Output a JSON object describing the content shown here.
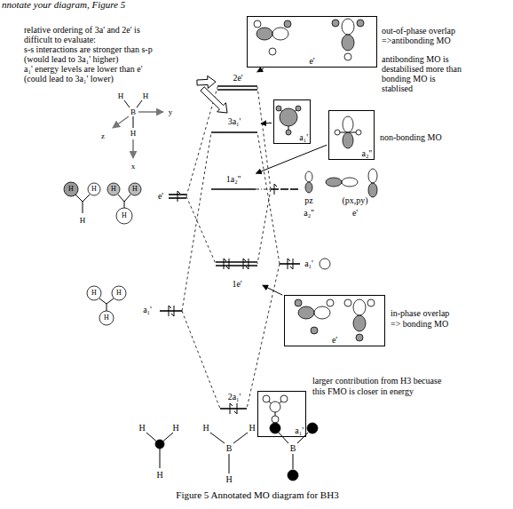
{
  "diagram": {
    "caption": "Figure 5 Annotated MO diagram for BH3",
    "nodes": [
      {
        "text": [
          "e'"
        ]
      },
      {
        "text": [
          "2e'"
        ]
      },
      {
        "text": [
          "a₁'"
        ]
      },
      {
        "text": [
          "3a₁'"
        ]
      },
      {
        "text": [
          "a₂''"
        ]
      },
      {
        "text": [
          "1a₂''"
        ]
      },
      {
        "text": [
          "1e'"
        ]
      },
      {
        "text": [
          "e'"
        ]
      },
      {
        "text": [
          "a₁'"
        ]
      },
      {
        "text": [
          "2a₁'"
        ]
      }
    ],
    "edges": [
      {
        "from": 0,
        "to": 1,
        "arrow": "to"
      },
      {
        "from": 2,
        "to": 3,
        "arrow": "to"
      },
      {
        "from": 4,
        "to": 5,
        "arrow": "to"
      },
      {
        "from": 7,
        "to": 6,
        "arrow": "to"
      }
    ],
    "labels": [
      "nnotate your diagram, Figure 5",
      "relative ordering of 3a' and 2e' is",
      "difficult to evaluate:",
      "s-s interactions are stronger than s-p",
      "(would lead to 3a₁' higher)",
      "a₁' energy levels are lower than e'",
      "(could lead to 3a₁' lower)",
      "out-of-phase overlap",
      "=>antibonding MO",
      "antibonding MO is",
      "destabilised more than",
      "bonding MO is",
      "stablised",
      "H",
      "H",
      "B",
      "H",
      "z",
      "y",
      "x",
      "non-bonding MO",
      "H",
      "H",
      "H",
      "H",
      "H",
      "H",
      "e'",
      "pz",
      "a₂''",
      "(px,py)",
      "e'",
      "a₁'",
      "H",
      "H",
      "H",
      "a₁'",
      "in-phase overlap",
      "=> bonding MO",
      "larger contribution from H3 becuase",
      "this FMO is closer in energy",
      "H",
      "H",
      "H",
      "H",
      "H",
      "B",
      "H",
      "B"
    ]
  }
}
